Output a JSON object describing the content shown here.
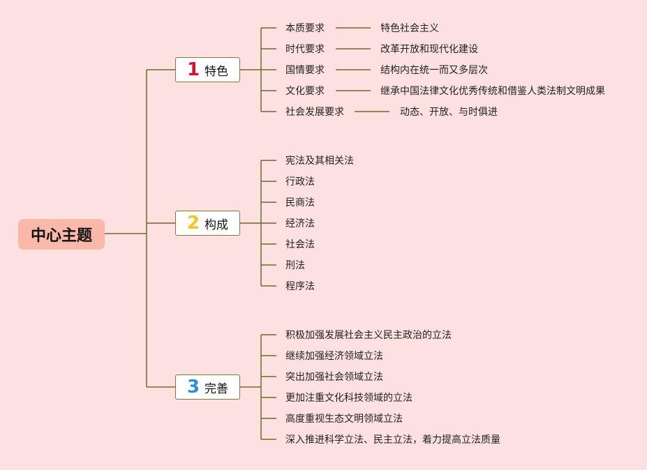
{
  "root": {
    "label": "中心主题"
  },
  "branches": [
    {
      "number": "1",
      "label": "特色",
      "color": "#d4162f",
      "items": [
        {
          "label": "本质要求",
          "detail": "特色社会主义"
        },
        {
          "label": "时代要求",
          "detail": "改革开放和现代化建设"
        },
        {
          "label": "国情要求",
          "detail": "结构内在统一而又多层次"
        },
        {
          "label": "文化要求",
          "detail": "继承中国法律文化优秀传统和借鉴人类法制文明成果"
        },
        {
          "label": "社会发展要求",
          "detail": "动态、开放、与时俱进"
        }
      ]
    },
    {
      "number": "2",
      "label": "构成",
      "color": "#f2c51f",
      "items": [
        {
          "label": "宪法及其相关法"
        },
        {
          "label": "行政法"
        },
        {
          "label": "民商法"
        },
        {
          "label": "经济法"
        },
        {
          "label": "社会法"
        },
        {
          "label": "刑法"
        },
        {
          "label": "程序法"
        }
      ]
    },
    {
      "number": "3",
      "label": "完善",
      "color": "#2b8fd6",
      "items": [
        {
          "label": "积极加强发展社会主义民主政治的立法"
        },
        {
          "label": "继续加强经济领域立法"
        },
        {
          "label": "突出加强社会领域立法"
        },
        {
          "label": "更加注重文化科技领域的立法"
        },
        {
          "label": "高度重视生态文明领域立法"
        },
        {
          "label": "深入推进科学立法、民主立法，着力提高立法质量"
        }
      ]
    }
  ]
}
